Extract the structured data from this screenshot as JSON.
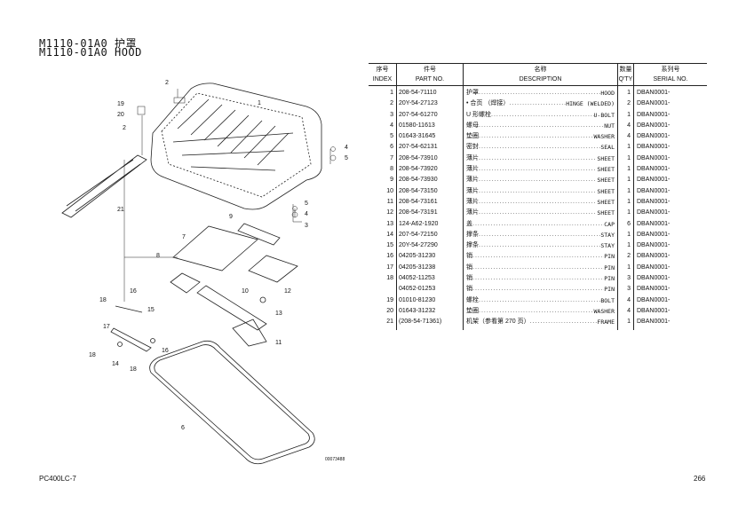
{
  "title": {
    "line1": "M1110-01A0 护罩",
    "line2": "M1110-01A0 HOOD"
  },
  "table": {
    "headers": [
      {
        "zh": "序号",
        "en": "INDEX"
      },
      {
        "zh": "件号",
        "en": "PART NO."
      },
      {
        "zh": "名称",
        "en": "DESCRIPTION"
      },
      {
        "zh": "数量",
        "en": "Q'TY"
      },
      {
        "zh": "系列号",
        "en": "SERIAL NO."
      }
    ],
    "rows": [
      {
        "index": "1",
        "part": "208-54-71110",
        "zh": "护罩",
        "en": "HOOD",
        "qty": "1",
        "serial": "DBAN0001-"
      },
      {
        "index": "2",
        "part": "20Y-54-27123",
        "zh": "• 合页 （焊接）",
        "en": "HINGE (WELDED)",
        "qty": "2",
        "serial": "DBAN0001-"
      },
      {
        "index": "3",
        "part": "207-54-61270",
        "zh": "U 形螺栓",
        "en": "U-BOLT",
        "qty": "1",
        "serial": "DBAN0001-"
      },
      {
        "index": "4",
        "part": "01580-11613",
        "zh": "螺母",
        "en": "NUT",
        "qty": "4",
        "serial": "DBAN0001-"
      },
      {
        "index": "5",
        "part": "01643-31645",
        "zh": "垫圈",
        "en": "WASHER",
        "qty": "4",
        "serial": "DBAN0001-"
      },
      {
        "index": "6",
        "part": "207-54-62131",
        "zh": "密封",
        "en": "SEAL",
        "qty": "1",
        "serial": "DBAN0001-"
      },
      {
        "index": "7",
        "part": "208-54-73910",
        "zh": "薄片",
        "en": "SHEET",
        "qty": "1",
        "serial": "DBAN0001-"
      },
      {
        "index": "8",
        "part": "208-54-73920",
        "zh": "薄片",
        "en": "SHEET",
        "qty": "1",
        "serial": "DBAN0001-"
      },
      {
        "index": "9",
        "part": "208-54-73930",
        "zh": "薄片",
        "en": "SHEET",
        "qty": "1",
        "serial": "DBAN0001-"
      },
      {
        "index": "10",
        "part": "208-54-73150",
        "zh": "薄片",
        "en": "SHEET",
        "qty": "1",
        "serial": "DBAN0001-"
      },
      {
        "index": "11",
        "part": "208-54-73161",
        "zh": "薄片",
        "en": "SHEET",
        "qty": "1",
        "serial": "DBAN0001-"
      },
      {
        "index": "12",
        "part": "208-54-73191",
        "zh": "薄片",
        "en": "SHEET",
        "qty": "1",
        "serial": "DBAN0001-"
      },
      {
        "index": "13",
        "part": "124-A62-1920",
        "zh": "盖",
        "en": "CAP",
        "qty": "6",
        "serial": "DBAN0001-"
      },
      {
        "index": "14",
        "part": "207-54-72150",
        "zh": "撑条",
        "en": "STAY",
        "qty": "1",
        "serial": "DBAN0001-"
      },
      {
        "index": "15",
        "part": "20Y-54-27290",
        "zh": "撑条",
        "en": "STAY",
        "qty": "1",
        "serial": "DBAN0001-"
      },
      {
        "index": "16",
        "part": "04205-31230",
        "zh": "销",
        "en": "PIN",
        "qty": "2",
        "serial": "DBAN0001-"
      },
      {
        "index": "17",
        "part": "04205-31238",
        "zh": "销",
        "en": "PIN",
        "qty": "1",
        "serial": "DBAN0001-"
      },
      {
        "index": "18",
        "part": "04052-11253",
        "zh": "销",
        "en": "PIN",
        "qty": "3",
        "serial": "DBAN0001-"
      },
      {
        "index": "",
        "part": "04052-01253",
        "zh": "销",
        "en": "PIN",
        "qty": "3",
        "serial": "DBAN0001-"
      },
      {
        "index": "19",
        "part": "01010-81230",
        "zh": "螺栓",
        "en": "BOLT",
        "qty": "4",
        "serial": "DBAN0001-"
      },
      {
        "index": "20",
        "part": "01643-31232",
        "zh": "垫圈",
        "en": "WASHER",
        "qty": "4",
        "serial": "DBAN0001-"
      },
      {
        "index": "21",
        "part": "(208-54-71361)",
        "zh": "机架（参看第 270 页）",
        "en": "FRAME",
        "qty": "1",
        "serial": "DBAN0001-"
      }
    ]
  },
  "diagram": {
    "drawing_no": "00073488",
    "callouts": [
      "1",
      "2",
      "2",
      "3",
      "4",
      "4",
      "5",
      "5",
      "6",
      "7",
      "8",
      "9",
      "10",
      "11",
      "12",
      "13",
      "14",
      "15",
      "16",
      "16",
      "17",
      "18",
      "18",
      "18",
      "19",
      "20",
      "21"
    ]
  },
  "footer": {
    "model": "PC400LC-7",
    "page": "266"
  }
}
